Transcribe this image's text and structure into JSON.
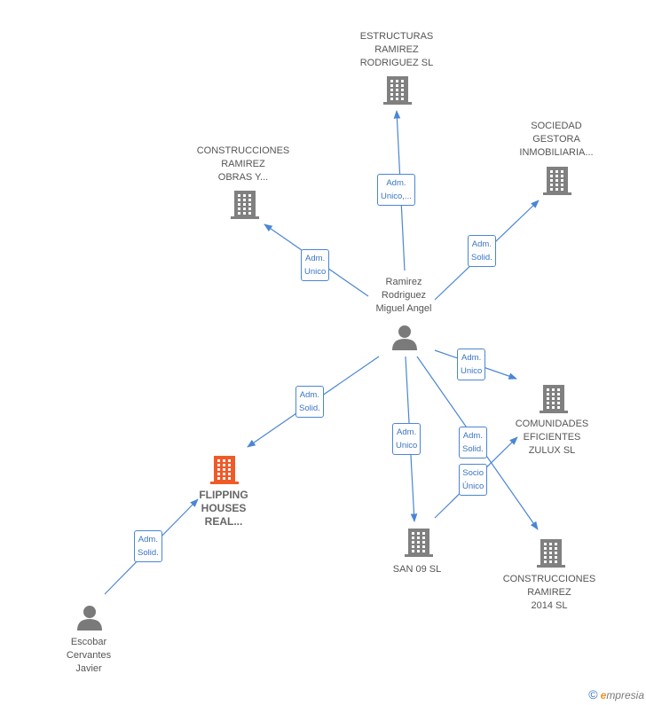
{
  "colors": {
    "edge": "#4a86d4",
    "company": "#808080",
    "company_highlight": "#f05a28",
    "person": "#7a7a7a"
  },
  "nodes": [
    {
      "id": "n1",
      "type": "company",
      "label": "ESTRUCTURAS\nRAMIREZ\nRODRIGUEZ  SL",
      "icon": "building-icon"
    },
    {
      "id": "n2",
      "type": "company",
      "label": "SOCIEDAD\nGESTORA\nINMOBILIARIA...",
      "icon": "building-icon"
    },
    {
      "id": "n3",
      "type": "company",
      "label": "CONSTRUCCIONES\nRAMIREZ\nOBRAS Y...",
      "icon": "building-icon"
    },
    {
      "id": "n4",
      "type": "person",
      "label": "Ramirez\nRodriguez\nMiguel Angel",
      "icon": "person-icon"
    },
    {
      "id": "n5",
      "type": "company",
      "label": "COMUNIDADES\nEFICIENTES\nZULUX  SL",
      "icon": "building-icon"
    },
    {
      "id": "n6",
      "type": "company",
      "highlight": true,
      "label": "FLIPPING\nHOUSES\nREAL...",
      "icon": "building-icon"
    },
    {
      "id": "n7",
      "type": "company",
      "label": "SAN 09  SL",
      "icon": "building-icon"
    },
    {
      "id": "n8",
      "type": "company",
      "label": "CONSTRUCCIONES\nRAMIREZ\n2014  SL",
      "icon": "building-icon"
    },
    {
      "id": "n9",
      "type": "person",
      "label": "Escobar\nCervantes\nJavier",
      "icon": "person-icon"
    }
  ],
  "edges": [
    {
      "from": "n4",
      "to": "n1",
      "label": "Adm.\nUnico,..."
    },
    {
      "from": "n4",
      "to": "n2",
      "label": "Adm.\nSolid."
    },
    {
      "from": "n4",
      "to": "n3",
      "label": "Adm.\nUnico"
    },
    {
      "from": "n4",
      "to": "n5",
      "label": "Adm.\nUnico"
    },
    {
      "from": "n4",
      "to": "n6",
      "label": "Adm.\nSolid."
    },
    {
      "from": "n4",
      "to": "n7",
      "label": "Adm.\nUnico"
    },
    {
      "from": "n4",
      "to": "n8",
      "label": "Adm.\nSolid."
    },
    {
      "from": "n7",
      "to": "n5",
      "label": "Socio\nÚnico"
    },
    {
      "from": "n9",
      "to": "n6",
      "label": "Adm.\nSolid."
    }
  ],
  "brand": {
    "symbol": "©",
    "initial": "e",
    "rest": "mpresia"
  }
}
